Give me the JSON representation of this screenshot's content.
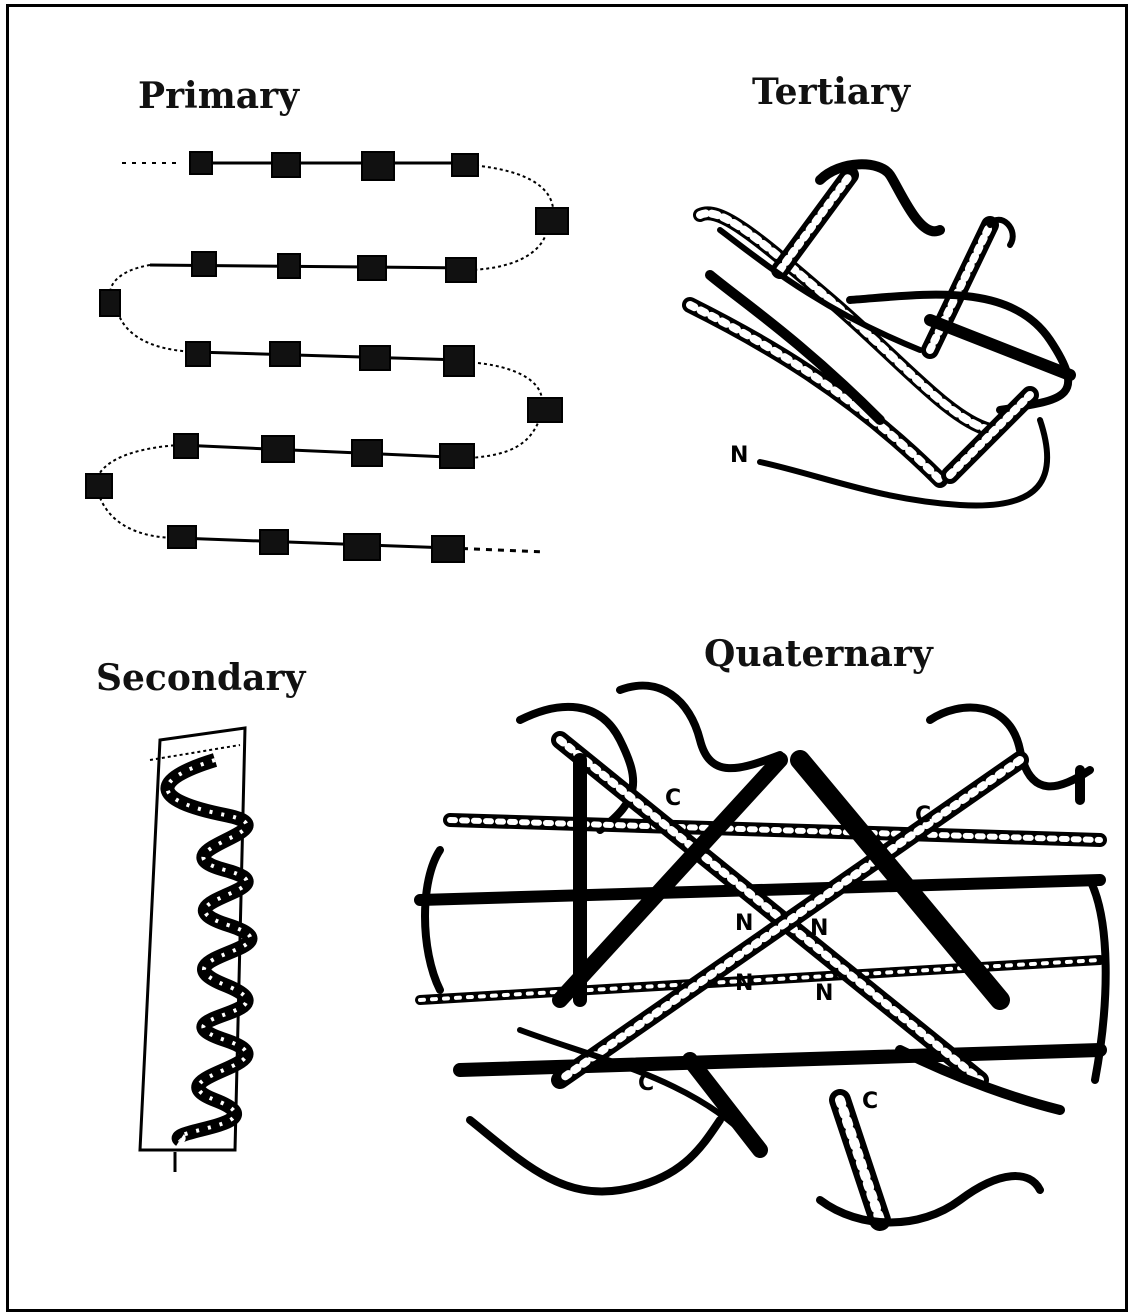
{
  "panels": {
    "primary": {
      "title": "Primary"
    },
    "secondary": {
      "title": "Secondary"
    },
    "tertiary": {
      "title": "Tertiary",
      "terminus_labels": [
        "N"
      ]
    },
    "quaternary": {
      "title": "Quaternary",
      "terminus_labels": [
        "C",
        "C",
        "N",
        "N",
        "N",
        "N",
        "C",
        "C"
      ]
    }
  }
}
